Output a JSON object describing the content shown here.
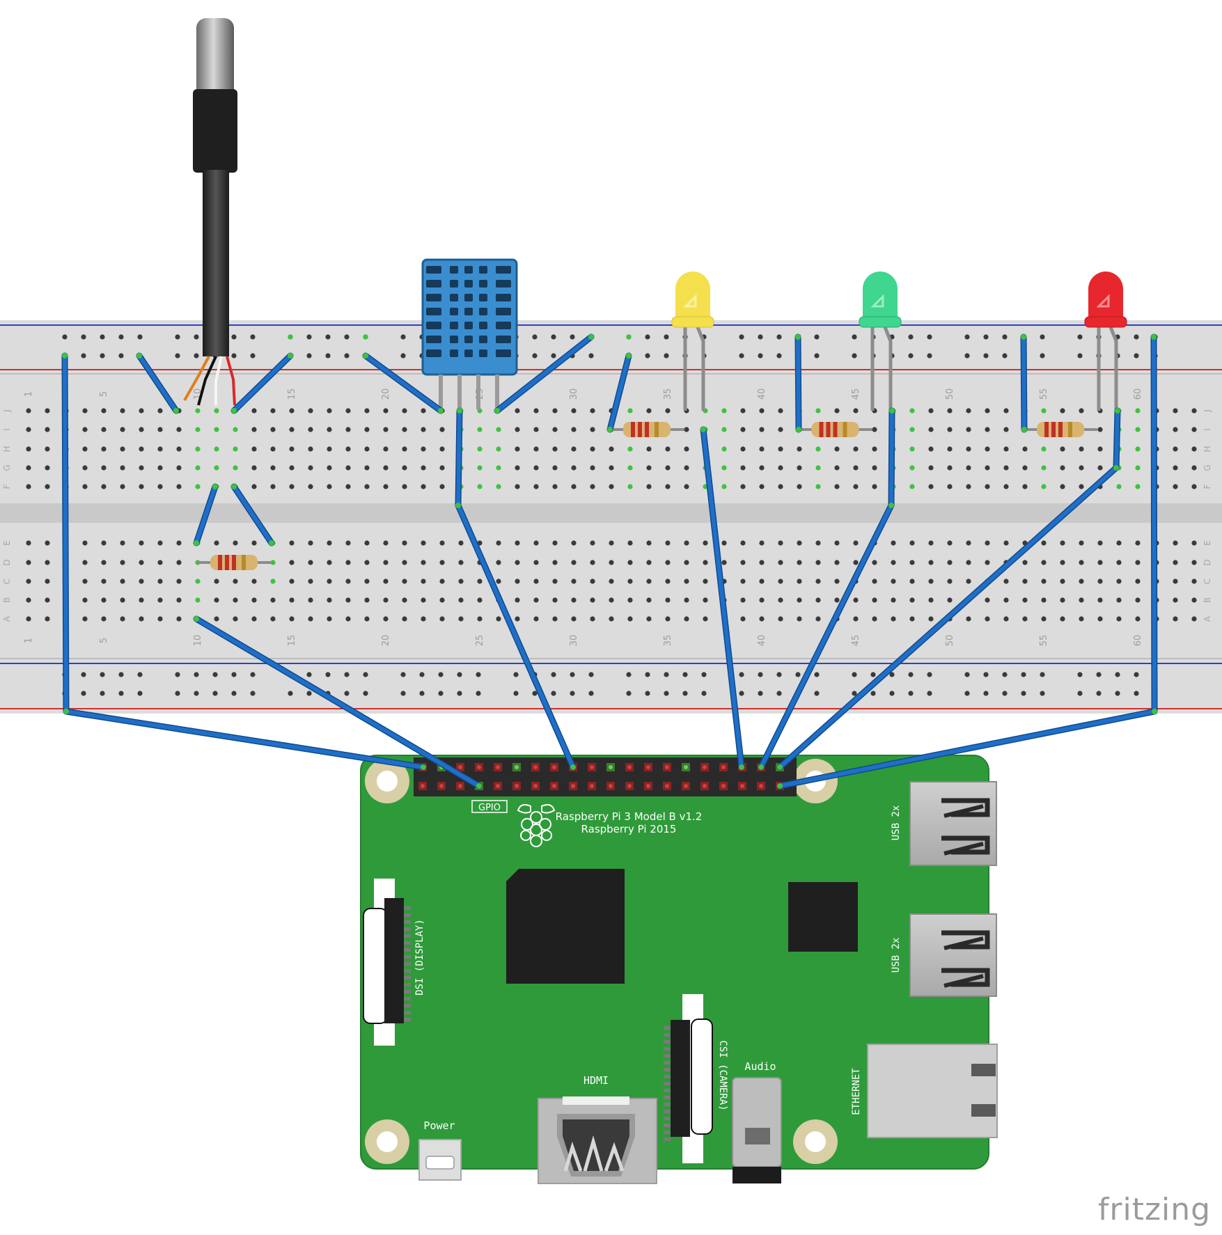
{
  "breadboard": {
    "top_numbers": [
      "1",
      "5",
      "10",
      "15",
      "20",
      "25",
      "30",
      "35",
      "40",
      "45",
      "50",
      "55",
      "60"
    ],
    "bottom_numbers": [
      "1",
      "5",
      "10",
      "15",
      "20",
      "25",
      "30",
      "35",
      "40",
      "45",
      "50",
      "55",
      "60"
    ],
    "row_letters_top": [
      "J",
      "I",
      "H",
      "G",
      "F"
    ],
    "row_letters_bottom": [
      "E",
      "D",
      "C",
      "B",
      "A"
    ]
  },
  "pi": {
    "model_line1": "Raspberry Pi 3 Model B v1.2",
    "model_line2": "Raspberry Pi 2015",
    "gpio_label": "GPIO",
    "dsi_label": "DSI (DISPLAY)",
    "csi_label": "CSI (CAMERA)",
    "hdmi_label": "HDMI",
    "audio_label": "Audio",
    "power_label": "Power",
    "usb_label_1": "USB 2x",
    "usb_label_2": "USB 2x",
    "ethernet_label": "ETHERNET"
  },
  "components": {
    "probe_icon": "temperature-probe-icon",
    "dht_icon": "humidity-sensor-icon",
    "led_colors": {
      "yellow": "#f4e04d",
      "green": "#3fd68f",
      "red": "#e8262d"
    },
    "wire_color": "#1f6fc9",
    "board_color": "#2f9a3a"
  },
  "watermark": "fritzing"
}
